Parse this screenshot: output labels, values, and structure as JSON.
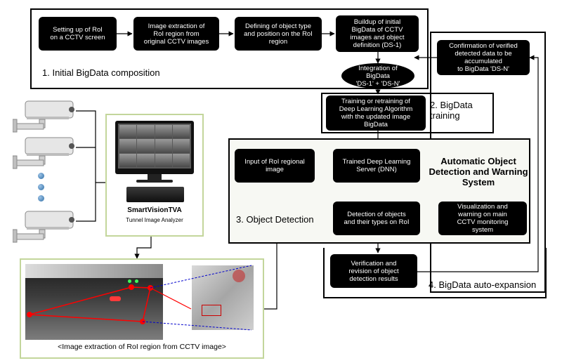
{
  "section1": {
    "label": "1. Initial BigData composition",
    "step_a": "Setting up of RoI\non a CCTV screen",
    "step_b": "Image extraction of\nRoI region from\noriginal CCTV images",
    "step_c": "Defining of object type\nand position on the RoI\nregion",
    "step_d": "Buildup of initial\nBigData of CCTV\nimages and object\ndefinition (DS-1)",
    "integration": "Integration of\nBigData\n'DS-1' + 'DS-N'"
  },
  "confirmation": "Confirmation of verified\ndetected data to be\naccumulated\nto BigData 'DS-N'",
  "section2": {
    "label": "2. BigData\ntraining",
    "node": "Training or retraining of\nDeep Learning Algorithm\nwith the updated image\nBigData"
  },
  "section3": {
    "label": "3. Object Detection",
    "title": "Automatic Object\nDetection and Warning\nSystem",
    "input_node": "Input of RoI regional\nimage",
    "server_node": "Trained Deep Learning\nServer (DNN)",
    "detection_node": "Detection of objects\nand their types on RoI",
    "visualization_node": "Visualization and\nwarning on main\nCCTV monitoring\nsystem"
  },
  "section4": {
    "label": "4. BigData auto-expansion",
    "node": "Verification and\nrevision of object\ndetection results"
  },
  "analyzer": {
    "name": "SmartVisionTVA",
    "subtitle": "Tunnel Image Analyzer"
  },
  "image_caption": "<Image extraction of RoI region from CCTV image>",
  "colors": {
    "node_fill": "#000000",
    "panel_border": "#c3d69b",
    "roi_marker": "#ff0000",
    "zoom_line": "#0000cc"
  },
  "icons": {
    "camera": "cctv-camera-icon",
    "dot": "ellipsis-dot-icon"
  }
}
